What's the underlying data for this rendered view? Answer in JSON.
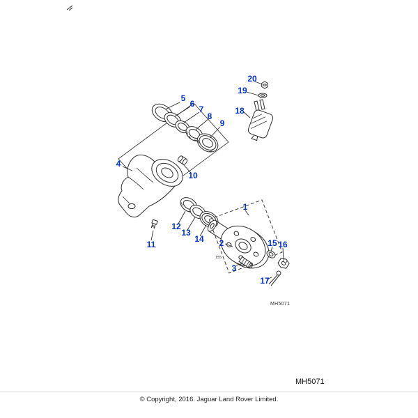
{
  "style": {
    "background": "#ffffff",
    "line_color": "#2b2b2b",
    "callout_color": "#0033cc"
  },
  "diagram": {
    "ref_code": "MH5071",
    "hub_marking": "155",
    "callouts": [
      "1",
      "2",
      "3",
      "4",
      "5",
      "6",
      "7",
      "8",
      "9",
      "10",
      "11",
      "12",
      "13",
      "14",
      "15",
      "16",
      "17",
      "18",
      "19",
      "20"
    ]
  },
  "footer": {
    "code": "MH5071",
    "copyright": "© Copyright, 2016. Jaguar Land Rover Limited."
  }
}
